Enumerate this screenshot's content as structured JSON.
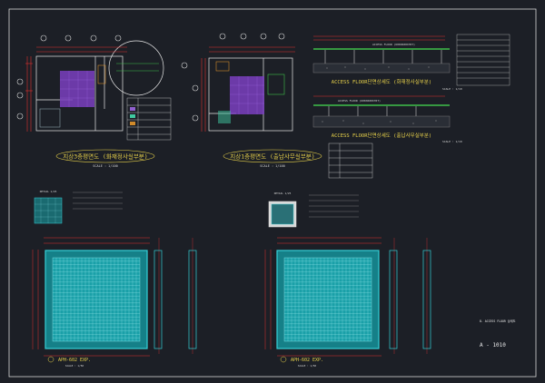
{
  "colors": {
    "background": "#1c1f26",
    "frame": "#d8d8d8",
    "dimension_red": "#e03030",
    "grid_cyan": "#35d0d8",
    "floor_purple": "#7a3fc0",
    "wall_white": "#e8e8e8",
    "title_yellow": "#e8d24a",
    "callout_green": "#3ec04a",
    "hatch_orange": "#d08a2a"
  },
  "plan_left": {
    "title": "지상3층평면도 (화재정사실부분)",
    "scale": "SCALE : 1/100"
  },
  "plan_right": {
    "title": "지상1층평면도 (출납사무실부분)",
    "scale": "SCALE : 1/100"
  },
  "section_top": {
    "title": "ACCESS FLOOR단면상세도 (화재정사실부분)",
    "scale": "SCALE : 1/10",
    "callout": "ACCESS FLOOR (600X600X35T)"
  },
  "section_bottom": {
    "title": "ACCESS FLOOR단면상세도 (출납사무실부분)",
    "scale": "SCALE : 1/10",
    "callout": "ACCESS FLOOR (600X600X35T)"
  },
  "panel_left": {
    "title": "APH-602 EXP.",
    "scale": "SCALE : 1/50",
    "detail": "DETAIL 1/25"
  },
  "panel_right": {
    "title": "APH-602 EXP.",
    "scale": "SCALE : 1/50",
    "detail": "DETAIL 1/25"
  },
  "sheet_caption": "8. ACCESS FLOOR 상세도",
  "sheet_number": "A - 1010"
}
